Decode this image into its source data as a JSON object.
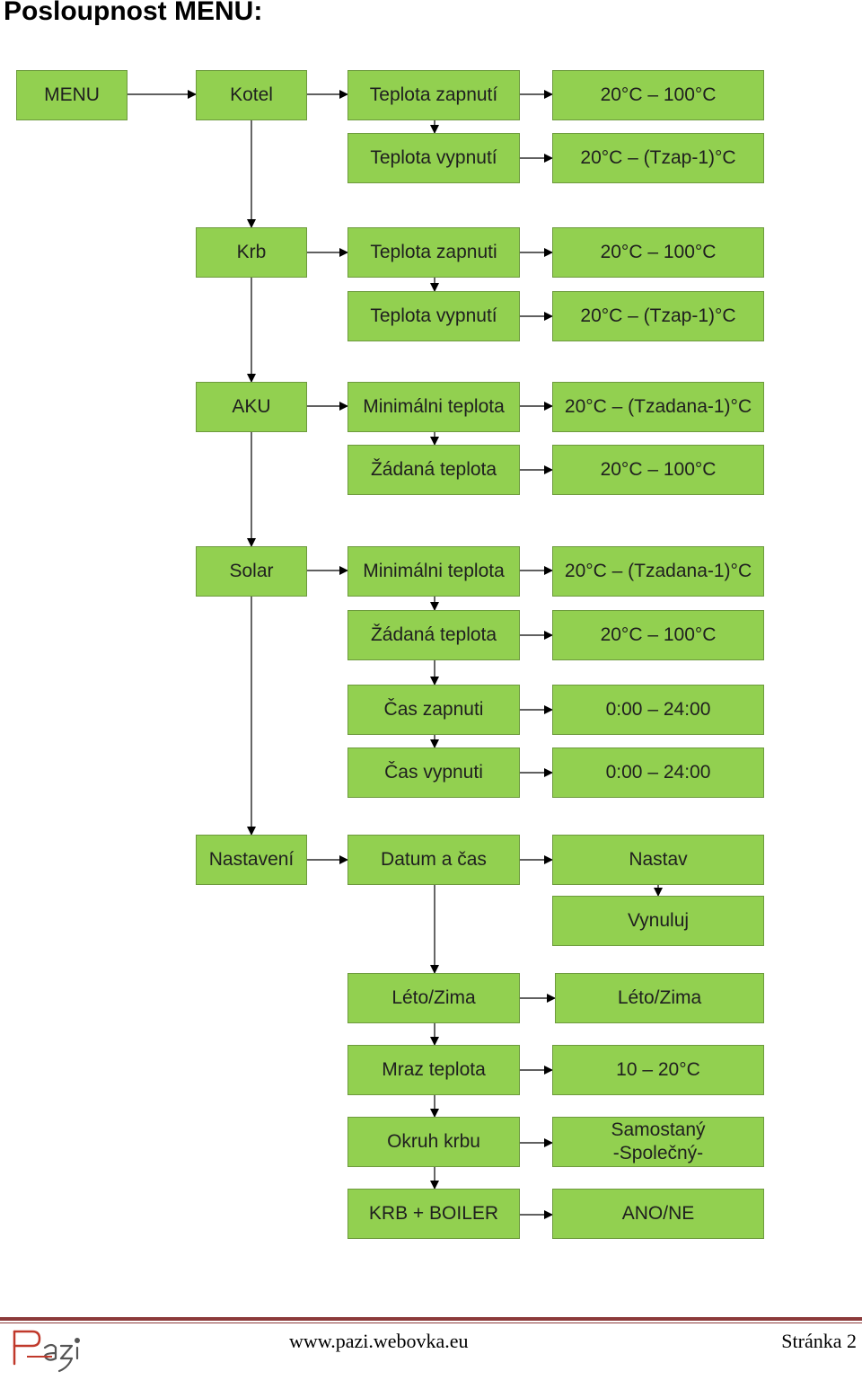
{
  "page": {
    "title": "Posloupnost MENU:"
  },
  "diagram": {
    "level1": {
      "menu": "MENU",
      "kotel": "Kotel",
      "krb": "Krb",
      "aku": "AKU",
      "solar": "Solar",
      "nastaveni": "Nastavení"
    },
    "kotel": {
      "teplota_zapnuti": "Teplota zapnutí",
      "teplota_vypnuti": "Teplota vypnutí",
      "range_zap": "20°C – 100°C",
      "range_vyp": "20°C – (Tzap-1)°C"
    },
    "krb": {
      "teplota_zapnuti": "Teplota zapnuti",
      "teplota_vypnuti": "Teplota vypnutí",
      "range_zap": "20°C – 100°C",
      "range_vyp": "20°C – (Tzap-1)°C"
    },
    "aku": {
      "minimalni_teplota": "Minimálni teplota",
      "zadana_teplota": "Žádaná teplota",
      "range_min": "20°C – (Tzadana-1)°C",
      "range_zad": "20°C – 100°C"
    },
    "solar": {
      "minimalni_teplota": "Minimálni teplota",
      "zadana_teplota": "Žádaná teplota",
      "cas_zapnuti": "Čas zapnuti",
      "cas_vypnuti": "Čas vypnuti",
      "range_min": "20°C – (Tzadana-1)°C",
      "range_zad": "20°C – 100°C",
      "range_cas_zap": "0:00 – 24:00",
      "range_cas_vyp": "0:00 – 24:00"
    },
    "nastaveni": {
      "datum_a_cas": "Datum a čas",
      "nastav": "Nastav",
      "vynuluj": "Vynuluj",
      "leto_zima": "Léto/Zima",
      "leto_zima_value": "Léto/Zima",
      "mraz_teplota": "Mraz teplota",
      "mraz_range": "10 – 20°C",
      "okruh_krbu": "Okruh krbu",
      "okruh_value": "Samostaný\n-Společný-",
      "krb_boiler": "KRB + BOILER",
      "krb_boiler_value": "ANO/NE"
    }
  },
  "footer": {
    "url": "www.pazi.webovka.eu",
    "page_label": "Stránka 2",
    "logo_text": "pazi"
  },
  "colors": {
    "box_fill": "#92d050",
    "box_border": "#6d9a3d",
    "arrow": "#000000",
    "footer_rule": "#8c3a3a",
    "logo_red": "#c0392b"
  }
}
